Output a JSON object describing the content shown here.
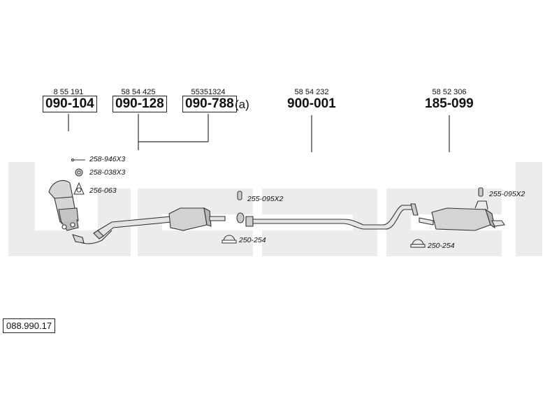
{
  "parts": [
    {
      "oem": "8 55 191",
      "code": "090-104",
      "boxed": true
    },
    {
      "oem": "58 54 425",
      "code": "090-128",
      "boxed": true
    },
    {
      "oem": "55351324",
      "code": "090-788",
      "boxed": true,
      "suffix": "(a)"
    },
    {
      "oem": "58 54 232",
      "code": "900-001",
      "boxed": false
    },
    {
      "oem": "58 52 306",
      "code": "185-099",
      "boxed": false
    }
  ],
  "fittings": [
    {
      "code": "258-946X3"
    },
    {
      "code": "258-038X3"
    },
    {
      "code": "256-063"
    },
    {
      "code": "255-095X2"
    },
    {
      "code": "250-254"
    },
    {
      "code": "255-095X2"
    },
    {
      "code": "250-254"
    }
  ],
  "reference": "088.990.17",
  "colors": {
    "watermark": "#ececec",
    "line": "#333333",
    "part_fill": "#d0d0d0"
  }
}
